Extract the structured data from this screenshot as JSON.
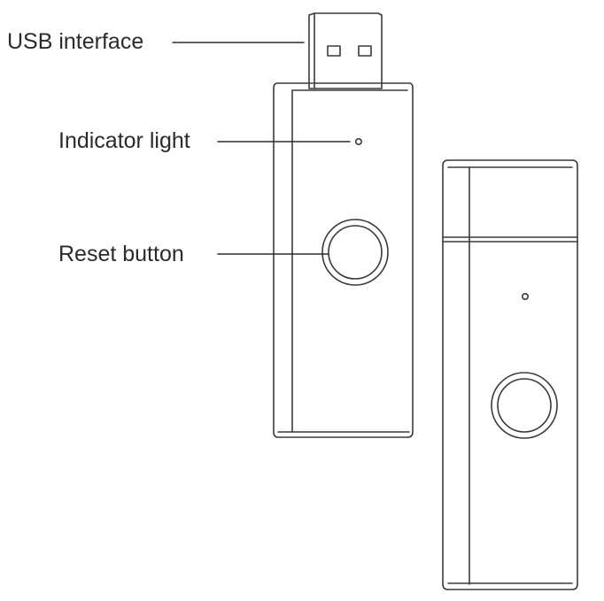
{
  "callouts": {
    "usb_interface": "USB interface",
    "indicator_light": "Indicator light",
    "reset_button": "Reset button"
  },
  "colors": {
    "stroke": "#3a3a3a",
    "background": "#ffffff",
    "text": "#2b2b2b"
  },
  "devices": [
    {
      "name": "usb-dongle-with-connector",
      "parts": [
        "usb-plug",
        "indicator-light",
        "reset-button"
      ]
    },
    {
      "name": "usb-dongle-with-cap",
      "parts": [
        "protective-cap",
        "indicator-light",
        "reset-button"
      ]
    }
  ]
}
